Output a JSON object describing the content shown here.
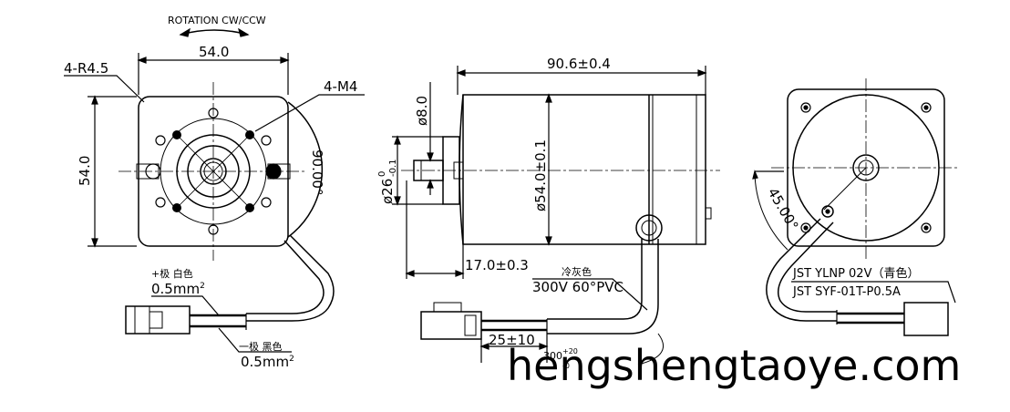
{
  "front_view": {
    "rotation_label": "ROTATION CW/CCW",
    "width_dim": "54.0",
    "height_dim": "54.0",
    "corner_radius": "4-R4.5",
    "mount_holes": "4-M4",
    "bolt_circle_angle": "90.00°"
  },
  "side_view": {
    "length_dim": "90.6±0.4",
    "shaft_dia": "ø8.0",
    "pilot_dia_main": "ø26",
    "pilot_dia_sup": "0",
    "pilot_dia_sub": "-0.1",
    "body_dia": "ø54.0±0.1",
    "shaft_length": "17.0±0.3",
    "cable_color": "冷灰色",
    "cable_spec": "300V 60°PVC",
    "lead_length": "25±10",
    "cable_length_main": "300",
    "cable_length_tol": "+20",
    "cable_length_tol2": "-0"
  },
  "front_leads": {
    "positive_label": "+极 白色",
    "positive_size": "0.5mm",
    "negative_label": "一极 黑色",
    "negative_size": "0.5mm",
    "sq_exp": "2"
  },
  "rear_view": {
    "angle_dim": "45.00°",
    "connector_1": "JST YLNP 02V（青色）",
    "connector_2": "JST SYF-01T-P0.5A"
  },
  "watermark": "hengshengtaoye.com"
}
